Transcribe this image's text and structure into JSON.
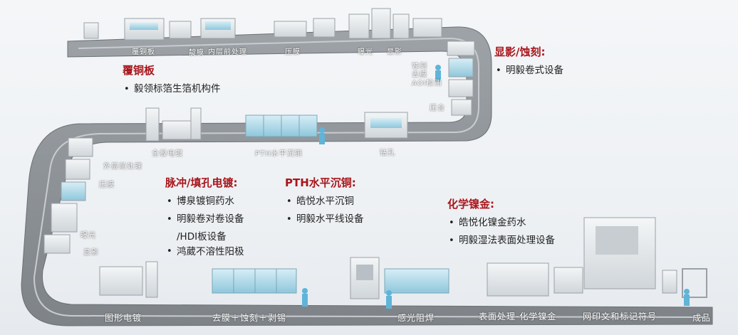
{
  "colors": {
    "heading": "#a8151b",
    "belt": "#8c9196",
    "machine": "#e3e7ea",
    "glass": "#a9d8e8"
  },
  "stations": [
    {
      "id": "fugongban",
      "label": "覆铜板"
    },
    {
      "id": "nianmo",
      "label": "靛膜"
    },
    {
      "id": "neiceng",
      "label": "内层前处理"
    },
    {
      "id": "yamo_top",
      "label": "压膜"
    },
    {
      "id": "baoguang_top",
      "label": "曝光"
    },
    {
      "id": "xianying_top",
      "label": "显影"
    },
    {
      "id": "shike",
      "label": "蚀刻"
    },
    {
      "id": "qumo",
      "label": "去膜"
    },
    {
      "id": "aoi",
      "label": "AOI检测"
    },
    {
      "id": "yahe",
      "label": "压合"
    },
    {
      "id": "zuankong",
      "label": "钻孔"
    },
    {
      "id": "pth",
      "label": "PTH水平沉铜"
    },
    {
      "id": "quanban",
      "label": "全板电镀"
    },
    {
      "id": "waiceng",
      "label": "外层前处理"
    },
    {
      "id": "yamo_left",
      "label": "压膜"
    },
    {
      "id": "baoguang_left",
      "label": "曝光"
    },
    {
      "id": "xianying_left",
      "label": "显影"
    },
    {
      "id": "tuxing",
      "label": "图形电镀"
    },
    {
      "id": "qumo_bottom",
      "label": "去膜＋蚀刻＋剥锡"
    },
    {
      "id": "ganguang",
      "label": "感光阻焊"
    },
    {
      "id": "biaomian",
      "label": "表面处理-化学镍金"
    },
    {
      "id": "wangyin",
      "label": "网印文和标记符号"
    },
    {
      "id": "chengpin",
      "label": "成品"
    }
  ],
  "groups": [
    {
      "id": "fugongban",
      "title": "覆铜板",
      "items": [
        "毅领标箔生箔机构件"
      ]
    },
    {
      "id": "xianying",
      "title": "显影/蚀刻:",
      "items": [
        "明毅卷式设备"
      ]
    },
    {
      "id": "maichong",
      "title": "脉冲/填孔电镀:",
      "items": [
        "博泉镀铜药水",
        "明毅卷对卷设备",
        "/HDI板设备",
        "鸿葳不溶性阳极"
      ]
    },
    {
      "id": "pth",
      "title": "PTH水平沉铜:",
      "items": [
        "皓悦水平沉铜",
        "明毅水平线设备"
      ]
    },
    {
      "id": "huaxue",
      "title": "化学镍金:",
      "items": [
        "皓悦化镍金药水",
        "明毅湿法表面处理设备"
      ]
    }
  ]
}
